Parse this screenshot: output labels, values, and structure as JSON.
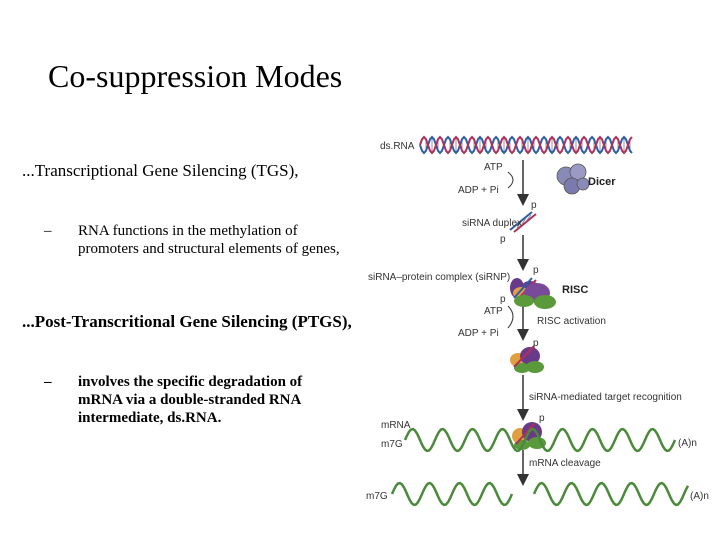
{
  "slide": {
    "title": "Co-suppression Modes",
    "bullet1": "...Transcriptional Gene Silencing (TGS),",
    "sub1_dash": "–",
    "sub1": "RNA functions in the methylation of promoters and structural elements of genes,",
    "bullet2": "...Post-Transcritional Gene Silencing (PTGS),",
    "sub2_dash": "–",
    "sub2": "involves the specific degradation of mRNA via a double-stranded RNA intermediate, ds.RNA."
  },
  "figure": {
    "labels": {
      "dsrna": "ds.RNA",
      "atp1": "ATP",
      "adp1": "ADP + Pi",
      "dicer": "Dicer",
      "p1": "p",
      "sirna_duplex": "siRNA duplex",
      "p2": "p",
      "sirnp": "siRNA–protein complex (siRNP)",
      "p3": "p",
      "risc": "RISC",
      "p4": "p",
      "atp2": "ATP",
      "risc_activation": "RISC activation",
      "adp2": "ADP + Pi",
      "p5": "p",
      "target_recognition": "siRNA-mediated target recognition",
      "p6": "p",
      "mrna": "mRNA",
      "m7g1": "m7G",
      "an1": "(A)n",
      "mrna_cleavage": "mRNA cleavage",
      "m7g2": "m7G",
      "an2": "(A)n"
    },
    "colors": {
      "strand_a": "#2b5fa8",
      "strand_b": "#b0305a",
      "mrna": "#4a8a3a",
      "dicer": "#8a8ab8",
      "risc_purple": "#6a3a8a",
      "risc_green": "#5a9a3a",
      "risc_orange": "#e0a040"
    }
  }
}
